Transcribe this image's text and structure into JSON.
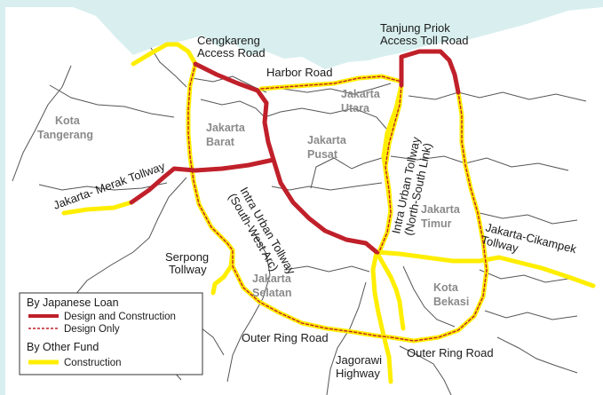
{
  "colors": {
    "background": "#d9efef",
    "land": "#ffffff",
    "district_border": "#555555",
    "japanese_loan_design_construction": "#c0202a",
    "design_only_dash": "#c0202a",
    "other_fund_construction": "#ffee00",
    "area_label": "#8a8a8a"
  },
  "areas": {
    "kota_tangerang": [
      "Kota",
      "Tangerang"
    ],
    "jakarta_barat": [
      "Jakarta",
      "Barat"
    ],
    "jakarta_pusat": [
      "Jakarta",
      "Pusat"
    ],
    "jakarta_utara": [
      "Jakarta",
      "Utara"
    ],
    "jakarta_timur": [
      "Jakarta",
      "Timur"
    ],
    "jakarta_selatan": [
      "Jakarta",
      "Selatan"
    ],
    "kota_bekasi": [
      "Kota",
      "Bekasi"
    ]
  },
  "roads": {
    "cengkareng": [
      "Cengkareng",
      "Access Road"
    ],
    "tanjung_priok": [
      "Tanjung Priok",
      "Access Toll Road"
    ],
    "harbor": "Harbor Road",
    "jakarta_merak": "Jakarta- Merak Tollway",
    "intra_urban_sw": [
      "Intra Urban Tollway",
      "(South-West Arc)"
    ],
    "intra_urban_ns": [
      "Intra Urban Tollway",
      "(North-South Link)"
    ],
    "jakarta_cikampek": [
      "Jakarta-Cikampek",
      "Tollway"
    ],
    "serpong": [
      "Serpong",
      "Tollway"
    ],
    "outer_ring_west": "Outer Ring Road",
    "outer_ring_east": "Outer Ring Road",
    "jagorawi": [
      "Jagorawi",
      "Highway"
    ]
  },
  "legend": {
    "japanese_loan_title": "By Japanese Loan",
    "design_and_construction": "Design and Construction",
    "design_only": "Design Only",
    "other_fund_title": "By Other Fund",
    "construction": "Construction"
  }
}
